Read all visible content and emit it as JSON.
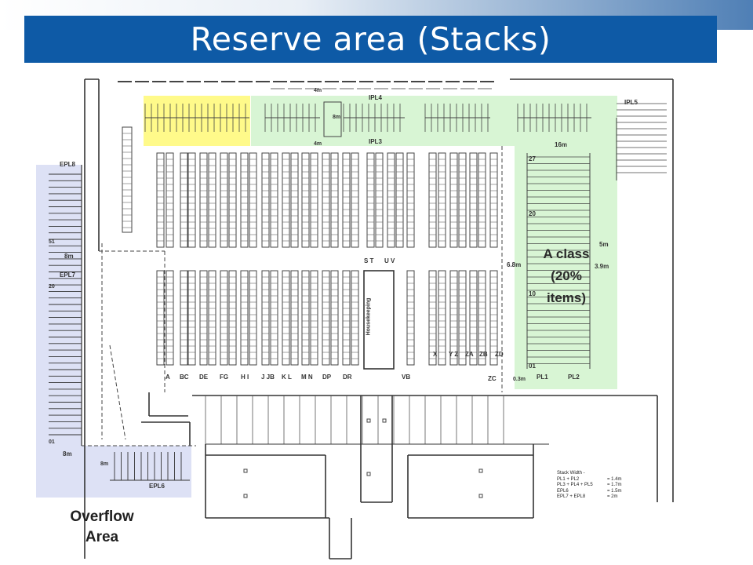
{
  "slide": {
    "title": "Reserve area (Stacks)"
  },
  "labels": {
    "overflow_area": "Overflow\nArea",
    "a_class": "A class\n(20%\nitems)"
  },
  "plan_marks": {
    "aisle_letters": [
      "A",
      "BC",
      "DE",
      "FG",
      "H I",
      "J JB",
      "K L",
      "M N",
      "DP",
      "DR",
      "VB",
      "ZC"
    ],
    "upper_letters": [
      "S T",
      "U V"
    ],
    "lower_letters": [
      "X",
      "Y Z",
      "ZA",
      "ZB",
      "ZD"
    ],
    "stack_labels": [
      "IPL4",
      "IPL3",
      "IPL5",
      "EPL8",
      "EPL7",
      "EPL6",
      "PL1",
      "PL2"
    ],
    "dimension_labels": [
      "4m",
      "8m",
      "4m",
      "16m",
      "5m",
      "3.9m",
      "6.8m",
      "8m",
      "8m",
      "8m",
      "0.3m"
    ],
    "row_numbers": [
      "27",
      "20",
      "10",
      "01",
      "51",
      "20",
      "01"
    ],
    "housekeeping": "Housekeeping"
  },
  "legend": {
    "title": "Stack Width -",
    "rows": [
      {
        "key": "PL1 + PL2",
        "value": "1.4m"
      },
      {
        "key": "PL3 + PL4 + PL5",
        "value": "1.7m"
      },
      {
        "key": "EPL6",
        "value": "1.5m"
      },
      {
        "key": "EPL7 + EPL8",
        "value": "2m"
      }
    ]
  },
  "colors": {
    "title_bar": "#0e5aa6",
    "yellow_zone": "#fffa8a",
    "green_zone": "#d8f5d4",
    "blue_zone": "#dde1f5"
  }
}
